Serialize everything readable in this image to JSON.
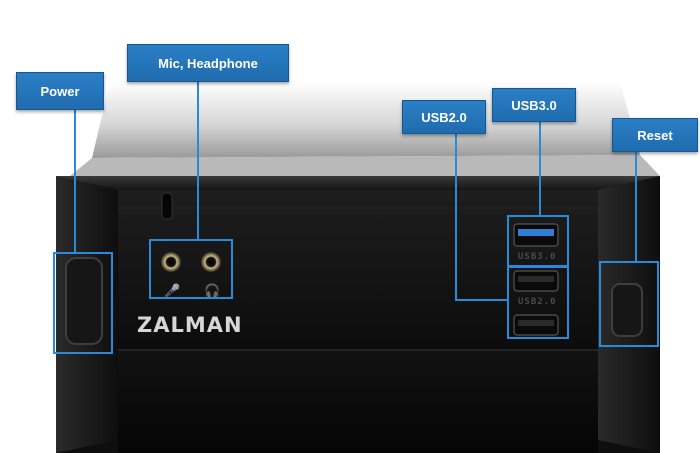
{
  "callouts": {
    "power": "Power",
    "mic_headphone": "Mic, Headphone",
    "usb2": "USB2.0",
    "usb3": "USB3.0",
    "reset": "Reset"
  },
  "brand": "ZALMAN",
  "port_imprints": {
    "usb3": "USB3.0",
    "usb2": "USB2.0"
  },
  "colors": {
    "callout_blue": "#2274b8",
    "case_black": "#0d0d0d",
    "usb3_blue": "#2e7fd6"
  }
}
